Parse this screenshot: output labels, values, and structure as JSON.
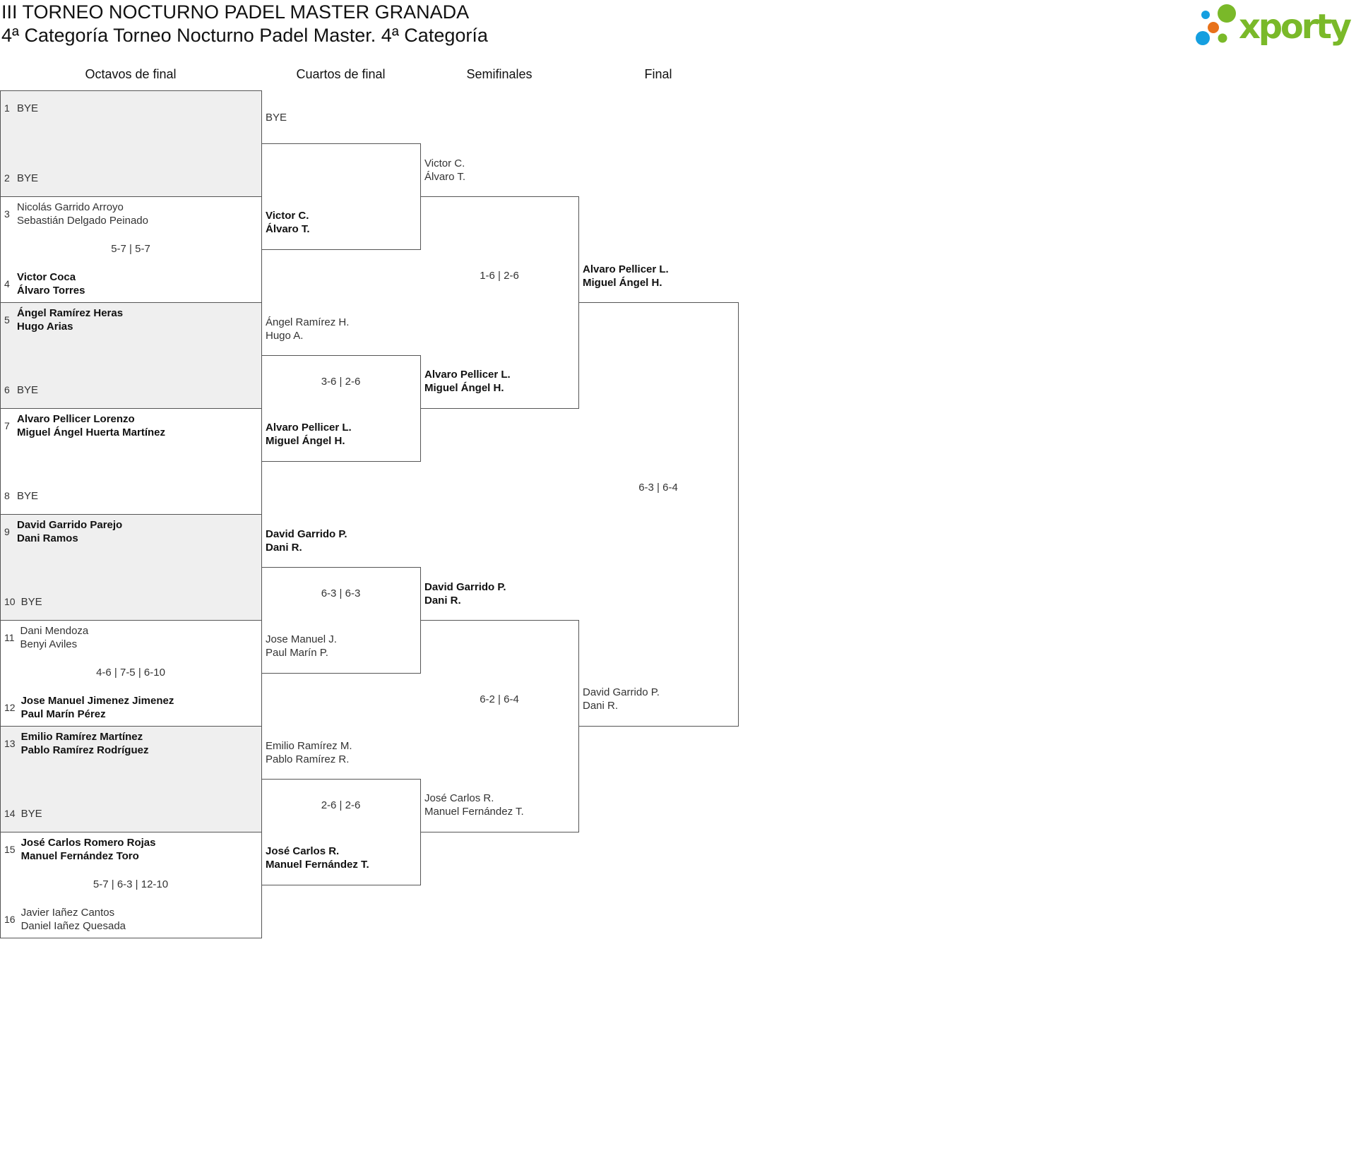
{
  "header": {
    "title": "III TORNEO NOCTURNO PADEL MASTER GRANADA",
    "subtitle": "4ª Categoría Torneo Nocturno Padel Master. 4ª Categoría"
  },
  "logo": {
    "text": "xporty",
    "colors": {
      "green": "#7ab929",
      "blue": "#159fe0",
      "orange": "#e8711a"
    }
  },
  "rounds": [
    {
      "name": "Octavos de final",
      "matches": [
        {
          "shaded": true,
          "score": "",
          "players": [
            {
              "seed": "1",
              "names": [
                "BYE"
              ],
              "winner": false
            },
            {
              "seed": "2",
              "names": [
                "BYE"
              ],
              "winner": false
            }
          ]
        },
        {
          "shaded": false,
          "score": "5-7 | 5-7",
          "players": [
            {
              "seed": "3",
              "names": [
                "Nicolás Garrido Arroyo",
                "Sebastián Delgado Peinado"
              ],
              "winner": false
            },
            {
              "seed": "4",
              "names": [
                "Victor Coca",
                "Álvaro Torres"
              ],
              "winner": true
            }
          ]
        },
        {
          "shaded": true,
          "score": "",
          "players": [
            {
              "seed": "5",
              "names": [
                "Ángel Ramírez Heras",
                "Hugo Arias"
              ],
              "winner": true
            },
            {
              "seed": "6",
              "names": [
                "BYE"
              ],
              "winner": false
            }
          ]
        },
        {
          "shaded": false,
          "score": "",
          "players": [
            {
              "seed": "7",
              "names": [
                "Alvaro Pellicer Lorenzo",
                "Miguel Ángel Huerta Martínez"
              ],
              "winner": true
            },
            {
              "seed": "8",
              "names": [
                "BYE"
              ],
              "winner": false
            }
          ]
        },
        {
          "shaded": true,
          "score": "",
          "players": [
            {
              "seed": "9",
              "names": [
                "David Garrido Parejo",
                "Dani Ramos"
              ],
              "winner": true
            },
            {
              "seed": "10",
              "names": [
                "BYE"
              ],
              "winner": false
            }
          ]
        },
        {
          "shaded": false,
          "score": "4-6 | 7-5 | 6-10",
          "players": [
            {
              "seed": "11",
              "names": [
                "Dani Mendoza",
                "Benyi Aviles"
              ],
              "winner": false
            },
            {
              "seed": "12",
              "names": [
                "Jose Manuel Jimenez Jimenez",
                "Paul Marín Pérez"
              ],
              "winner": true
            }
          ]
        },
        {
          "shaded": true,
          "score": "",
          "players": [
            {
              "seed": "13",
              "names": [
                "Emilio Ramírez Martínez",
                "Pablo Ramírez Rodríguez"
              ],
              "winner": true
            },
            {
              "seed": "14",
              "names": [
                "BYE"
              ],
              "winner": false
            }
          ]
        },
        {
          "shaded": false,
          "score": "5-7 | 6-3 | 12-10",
          "players": [
            {
              "seed": "15",
              "names": [
                "José Carlos Romero Rojas",
                "Manuel Fernández Toro"
              ],
              "winner": true
            },
            {
              "seed": "16",
              "names": [
                "Javier Iañez Cantos",
                "Daniel Iañez Quesada"
              ],
              "winner": false
            }
          ]
        }
      ]
    },
    {
      "name": "Cuartos de final",
      "matches": [
        {
          "score": "",
          "players": [
            {
              "names": [
                "BYE"
              ],
              "winner": false
            },
            {
              "names": [
                "Victor C.",
                "Álvaro T."
              ],
              "winner": true
            }
          ]
        },
        {
          "score": "3-6 | 2-6",
          "players": [
            {
              "names": [
                "Ángel Ramírez H.",
                "Hugo A."
              ],
              "winner": false
            },
            {
              "names": [
                "Alvaro Pellicer L.",
                "Miguel Ángel H."
              ],
              "winner": true
            }
          ]
        },
        {
          "score": "6-3 | 6-3",
          "players": [
            {
              "names": [
                "David Garrido P.",
                "Dani R."
              ],
              "winner": true
            },
            {
              "names": [
                "Jose Manuel J.",
                "Paul Marín P."
              ],
              "winner": false
            }
          ]
        },
        {
          "score": "2-6 | 2-6",
          "players": [
            {
              "names": [
                "Emilio Ramírez M.",
                "Pablo Ramírez R."
              ],
              "winner": false
            },
            {
              "names": [
                "José Carlos R.",
                "Manuel Fernández T."
              ],
              "winner": true
            }
          ]
        }
      ]
    },
    {
      "name": "Semifinales",
      "matches": [
        {
          "score": "1-6 | 2-6",
          "players": [
            {
              "names": [
                "Victor C.",
                "Álvaro T."
              ],
              "winner": false
            },
            {
              "names": [
                "Alvaro Pellicer L.",
                "Miguel Ángel H."
              ],
              "winner": true
            }
          ]
        },
        {
          "score": "6-2 | 6-4",
          "players": [
            {
              "names": [
                "David Garrido P.",
                "Dani R."
              ],
              "winner": true
            },
            {
              "names": [
                "José Carlos R.",
                "Manuel Fernández T."
              ],
              "winner": false
            }
          ]
        }
      ]
    },
    {
      "name": "Final",
      "matches": [
        {
          "score": "6-3 | 6-4",
          "players": [
            {
              "names": [
                "Alvaro Pellicer L.",
                "Miguel Ángel H."
              ],
              "winner": true
            },
            {
              "names": [
                "David Garrido P.",
                "Dani R."
              ],
              "winner": false
            }
          ]
        }
      ]
    }
  ]
}
